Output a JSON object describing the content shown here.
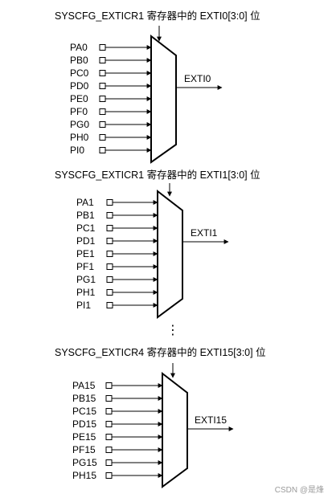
{
  "muxes": [
    {
      "title": "SYSCFG_EXTICR1 寄存器中的 EXTI0[3:0] 位",
      "output": "EXTI0",
      "inputs": [
        "PA0",
        "PB0",
        "PC0",
        "PD0",
        "PE0",
        "PF0",
        "PG0",
        "PH0",
        "PI0"
      ]
    },
    {
      "title": "SYSCFG_EXTICR1 寄存器中的 EXTI1[3:0] 位",
      "output": "EXTI1",
      "inputs": [
        "PA1",
        "PB1",
        "PC1",
        "PD1",
        "PE1",
        "PF1",
        "PG1",
        "PH1",
        "PI1"
      ]
    },
    {
      "title": "SYSCFG_EXTICR4 寄存器中的 EXTI15[3:0] 位",
      "output": "EXTI15",
      "inputs": [
        "PA15",
        "PB15",
        "PC15",
        "PD15",
        "PE15",
        "PF15",
        "PG15",
        "PH15"
      ]
    }
  ],
  "ellipsis": "⋮",
  "watermark": "CSDN @是烽"
}
